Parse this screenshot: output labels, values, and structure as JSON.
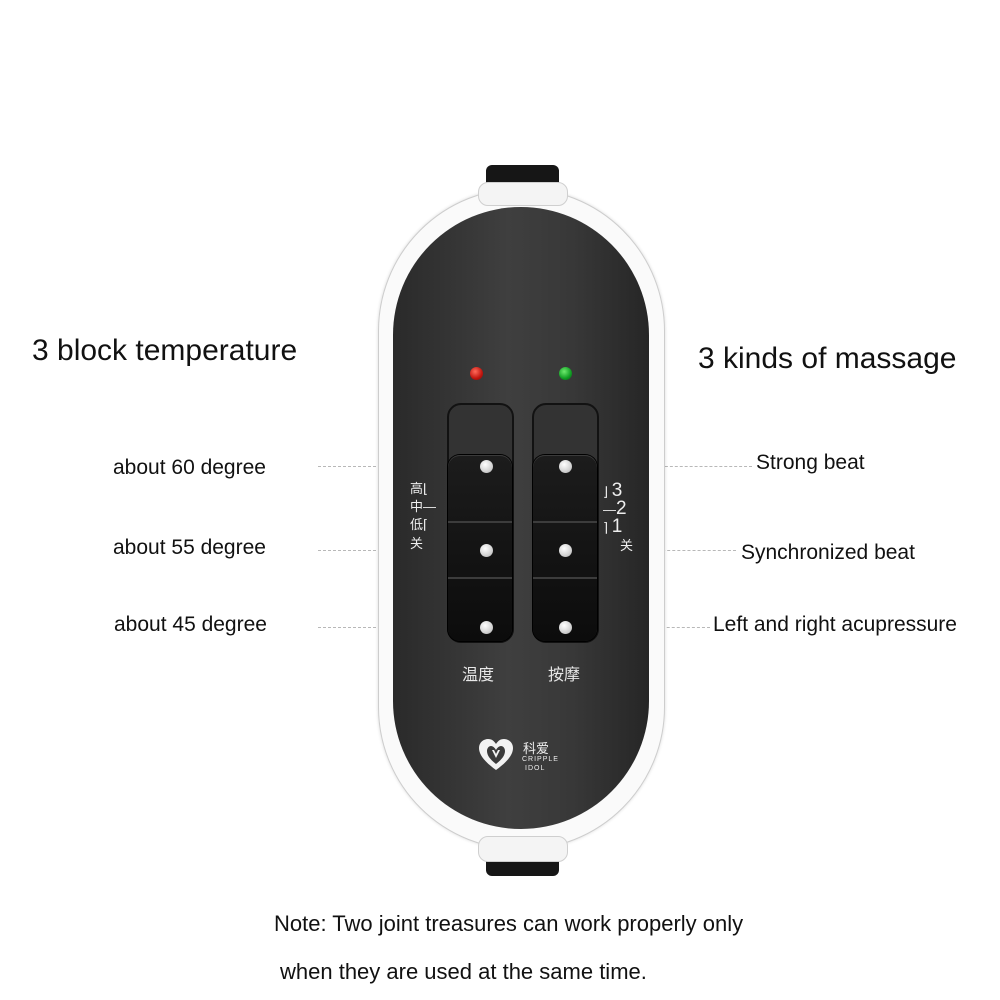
{
  "headings": {
    "temperature": "3 block temperature",
    "massage": "3 kinds of massage"
  },
  "temperature_levels": [
    {
      "label": "about 60 degree"
    },
    {
      "label": "about 55 degree"
    },
    {
      "label": "about 45 degree"
    }
  ],
  "massage_modes": [
    {
      "label": "Strong beat"
    },
    {
      "label": "Synchronized beat"
    },
    {
      "label": "Left and right acupressure"
    }
  ],
  "remote": {
    "temp_marks": [
      "高",
      "中",
      "低",
      "关"
    ],
    "massage_marks": [
      "3",
      "2",
      "1",
      "关"
    ],
    "temp_knob_label": "温度",
    "massage_knob_label": "按摩",
    "brand_cn": "科爱",
    "brand_en_1": "CRIPPLE",
    "brand_en_2": "IDOL",
    "led_colors": {
      "temperature": "#c0150e",
      "massage": "#0f9c22"
    }
  },
  "note": {
    "line1": "Note: Two joint treasures can work properly only",
    "line2": "when they are used at the same time."
  }
}
